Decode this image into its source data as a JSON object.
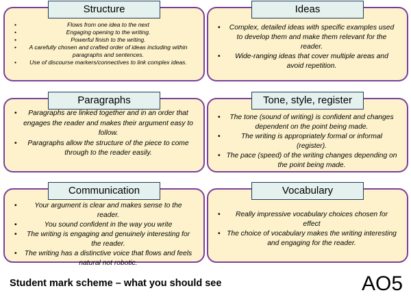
{
  "cards": {
    "structure": {
      "title": "Structure",
      "points": [
        "Flows from one idea to the next",
        "Engaging opening to the writing.",
        "Powerful finish to the writing.",
        "A carefully chosen and crafted order of ideas including within paragraphs and sentences.",
        "Use of discourse markers/connectives to link complex ideas."
      ]
    },
    "ideas": {
      "title": "Ideas",
      "points": [
        "Complex, detailed ideas with specific examples used to develop them and make them relevant for the reader.",
        "Wide-ranging ideas that cover multiple areas and avoid repetition."
      ]
    },
    "paragraphs": {
      "title": "Paragraphs",
      "points": [
        "Paragraphs are linked together and in an order that engages the reader and makes their argument easy to follow.",
        "Paragraphs allow the structure of the piece to come through to the reader easily."
      ]
    },
    "tone": {
      "title": "Tone, style, register",
      "points": [
        "The tone (sound of writing) is confident and changes dependent on the point being made.",
        "The writing is appropriately formal or informal (register).",
        "The pace (speed) of the writing changes depending on the point being made."
      ]
    },
    "communication": {
      "title": "Communication",
      "points": [
        "Your argument is clear and makes sense to the reader.",
        "You sound confident in the way you write",
        "The writing is engaging and genuinely interesting for the reader.",
        "The writing has a distinctive voice that flows and feels natural not robotic."
      ]
    },
    "vocabulary": {
      "title": "Vocabulary",
      "points": [
        "Really impressive vocabulary choices chosen for effect",
        "The choice of vocabulary makes the writing interesting and engaging for the reader."
      ]
    }
  },
  "footer": {
    "caption": "Student mark scheme – what you should see",
    "code": "AO5"
  },
  "colors": {
    "card_fill": "#fdf2cb",
    "card_border": "#7a3e9d",
    "tab_fill": "#e4f1ee",
    "tab_border": "#1f3b57"
  }
}
